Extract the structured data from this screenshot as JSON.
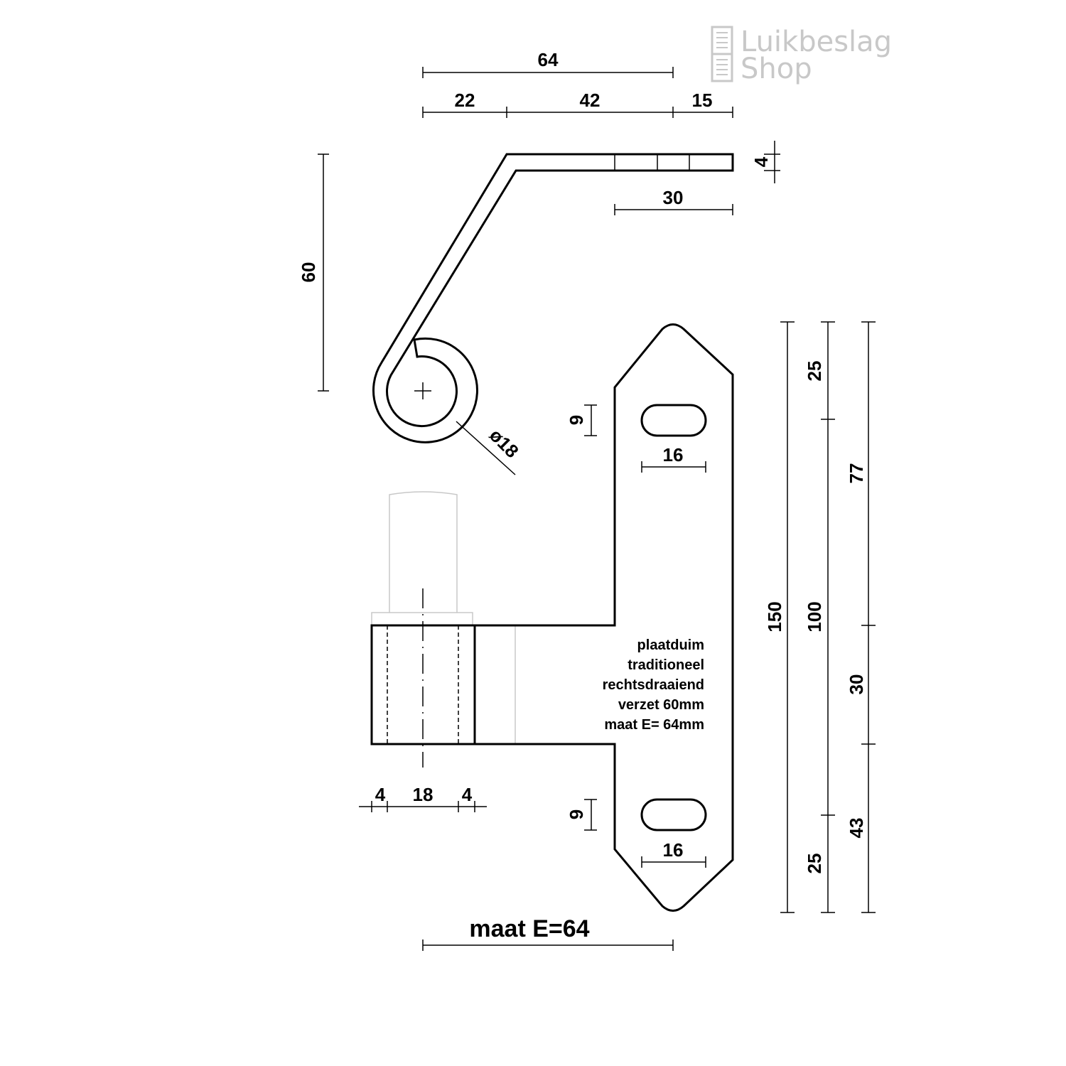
{
  "logo": {
    "line1": "Luikbeslag",
    "line2": "Shop"
  },
  "top_view": {
    "overall_width": "64",
    "segments": [
      "22",
      "42",
      "15"
    ],
    "thickness": "4",
    "screw_zone": "30",
    "offset": "60",
    "eye_diameter": "ø18"
  },
  "front_view": {
    "barrel_dims": [
      "4",
      "18",
      "4"
    ],
    "slot_height_top": "9",
    "slot_width_top": "16",
    "slot_height_bottom": "9",
    "slot_width_bottom": "16",
    "description": [
      "plaatduim",
      "traditioneel",
      "rechtsdraaiend",
      "verzet 60mm",
      "maat E= 64mm"
    ],
    "maat_label": "maat E=64",
    "height_total": "150",
    "height_chain_1": [
      "25",
      "100",
      "25"
    ],
    "height_chain_2": [
      "77",
      "30",
      "43"
    ]
  }
}
